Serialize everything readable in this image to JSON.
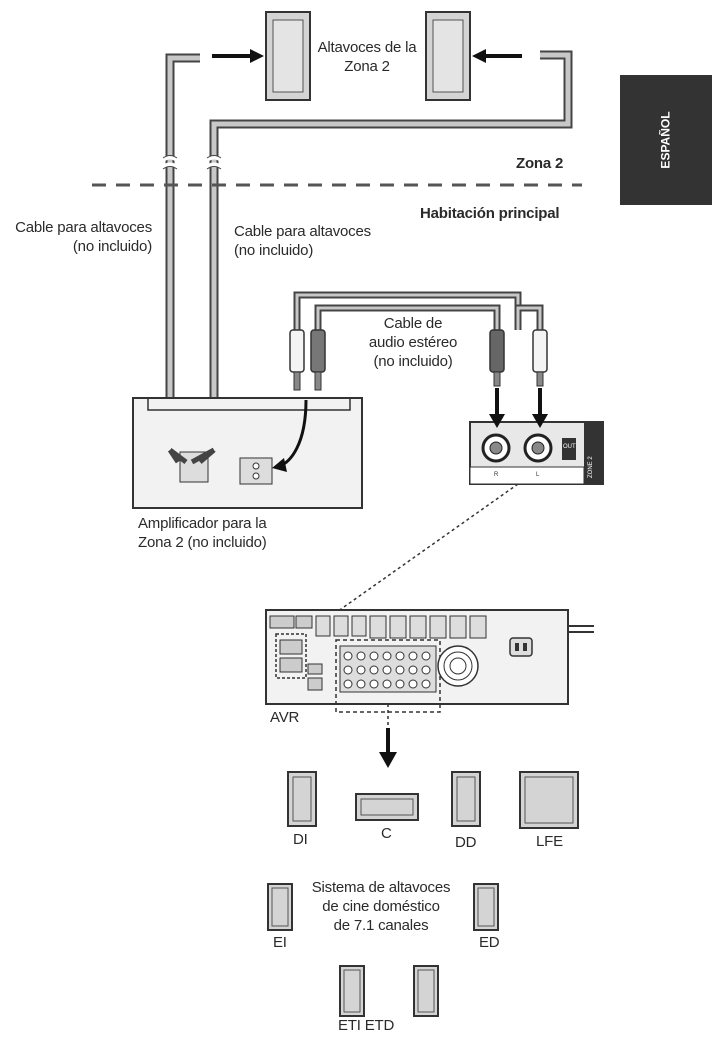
{
  "tab": {
    "label": "ESPAÑOL"
  },
  "zones": {
    "zone2_label": "Zona 2",
    "main_room_label": "Habitación principal"
  },
  "speakers_zone2": {
    "label_line1": "Altavoces de la",
    "label_line2": "Zona 2"
  },
  "cables": {
    "speaker_left_line1": "Cable para altavoces",
    "speaker_left_line2": "(no incluido)",
    "speaker_right_line1": "Cable para altavoces",
    "speaker_right_line2": "(no incluido)",
    "audio_line1": "Cable de",
    "audio_line2": "audio estéreo",
    "audio_line3": "(no incluido)"
  },
  "amplifier": {
    "label_line1": "Amplificador para la",
    "label_line2": "Zona 2 (no incluido)"
  },
  "zone2_jacks": {
    "side_label": "ZONE 2",
    "out_label": "OUT",
    "r_label": "R",
    "l_label": "L"
  },
  "avr": {
    "label": "AVR"
  },
  "home_theater": {
    "speakers": [
      "DI",
      "C",
      "DD",
      "LFE",
      "EI",
      "ED",
      "ETI ETD"
    ],
    "system_line1": "Sistema de altavoces",
    "system_line2": "de cine doméstico",
    "system_line3": "de 7.1 canales"
  },
  "colors": {
    "cable_fill": "#c8c8c8",
    "cable_stroke": "#444444",
    "device_fill": "#f2f2f2",
    "speaker_fill": "#d4d4d4",
    "tab_fill": "#333333"
  }
}
